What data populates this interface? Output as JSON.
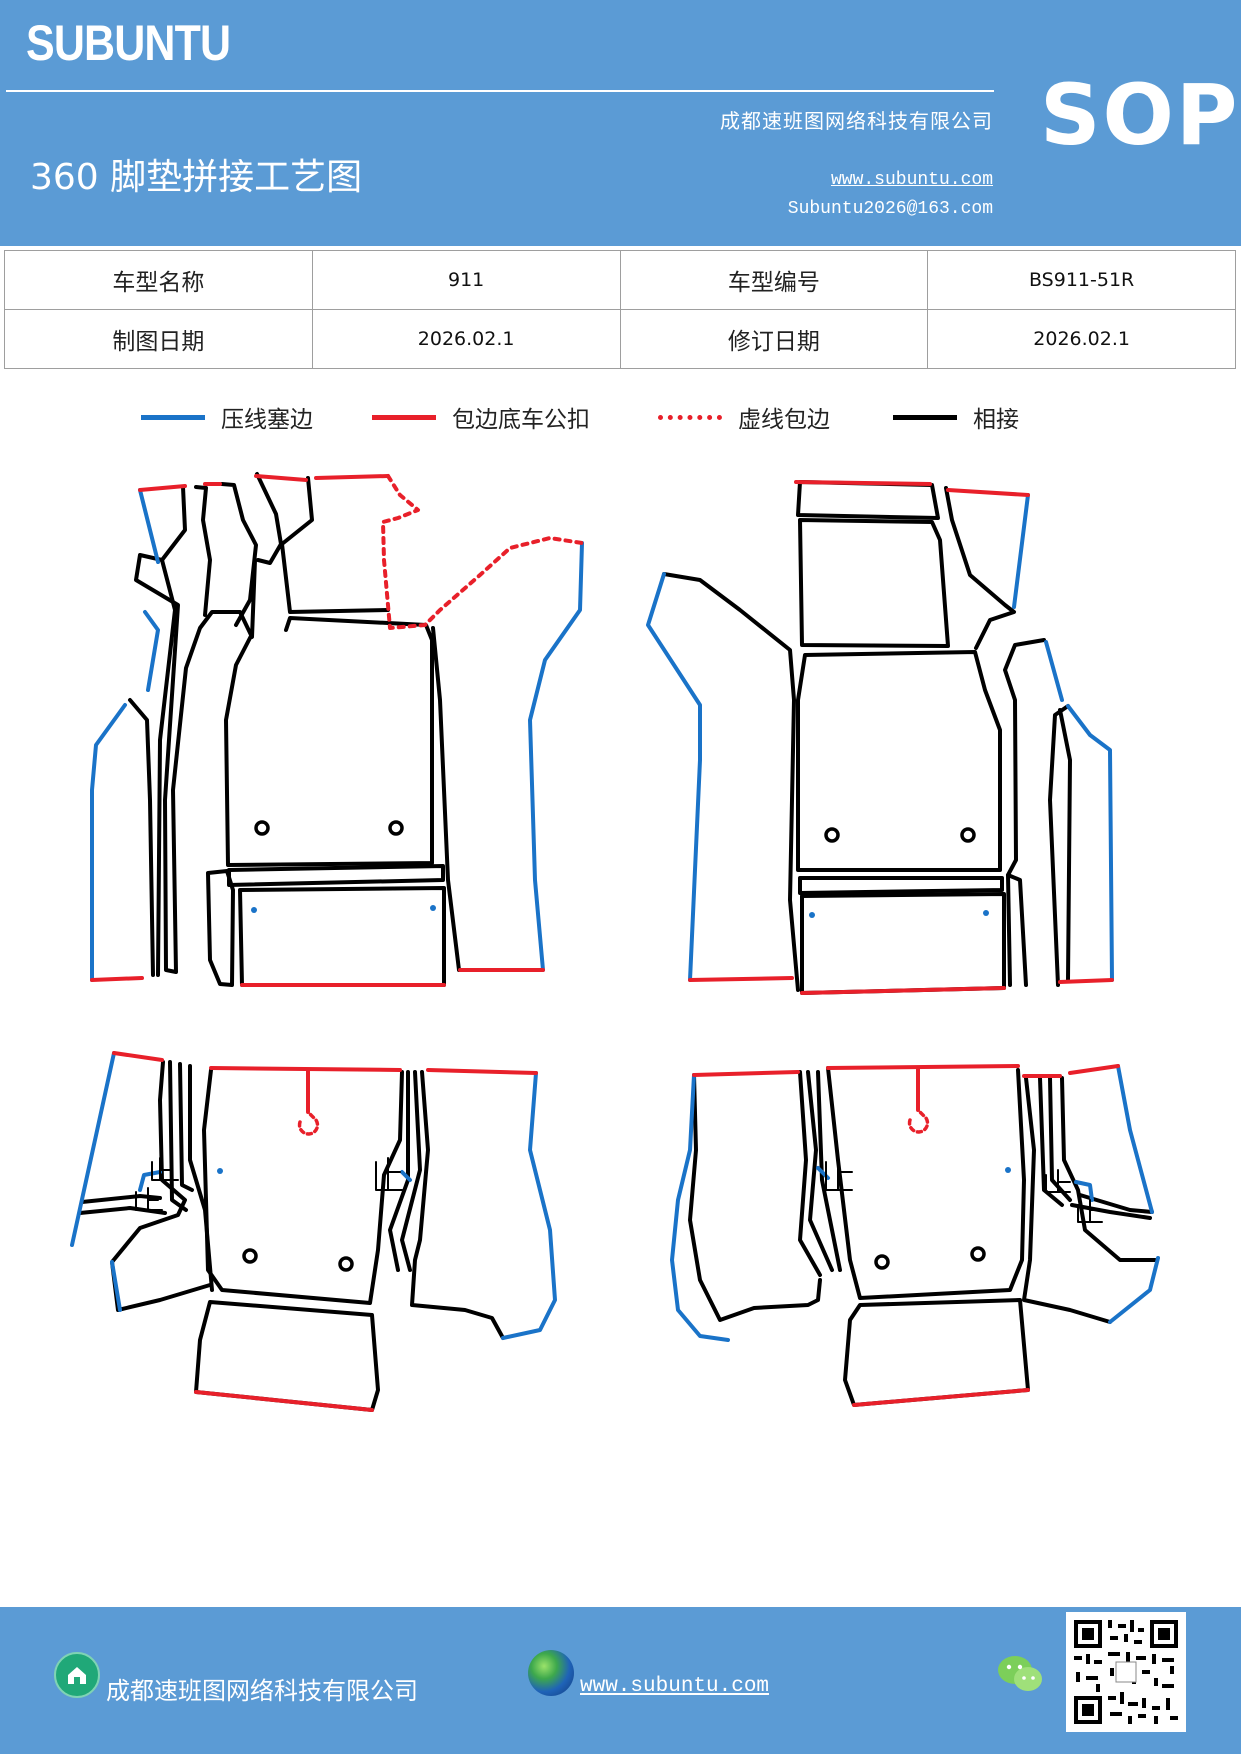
{
  "header": {
    "brand": "SUBUNTU",
    "sop": "SOP",
    "company": "成都速班图网络科技有限公司",
    "title": "360 脚垫拼接工艺图",
    "website": "www.subuntu.com",
    "email": "Subuntu2026@163.com"
  },
  "info_table": {
    "rows": [
      [
        "车型名称",
        "911",
        "车型编号",
        "BS911-51R"
      ],
      [
        "制图日期",
        "2026.02.1",
        "修订日期",
        "2026.02.1"
      ]
    ]
  },
  "legend": [
    {
      "label": "压线塞边",
      "color": "#1a73c8",
      "style": "solid"
    },
    {
      "label": "包边底车公扣",
      "color": "#e8202a",
      "style": "solid"
    },
    {
      "label": "虚线包边",
      "color": "#e8202a",
      "style": "dotted"
    },
    {
      "label": "相接",
      "color": "#000000",
      "style": "solid"
    }
  ],
  "colors": {
    "header_bg": "#5b9bd5",
    "blue_edge": "#1a73c8",
    "red_edge": "#e8202a",
    "seam": "#000000"
  },
  "footer": {
    "company": "成都速班图网络科技有限公司",
    "website": "www.subuntu.com",
    "icons": [
      "home-icon",
      "globe-icon",
      "wechat-icon",
      "qr-code"
    ]
  }
}
